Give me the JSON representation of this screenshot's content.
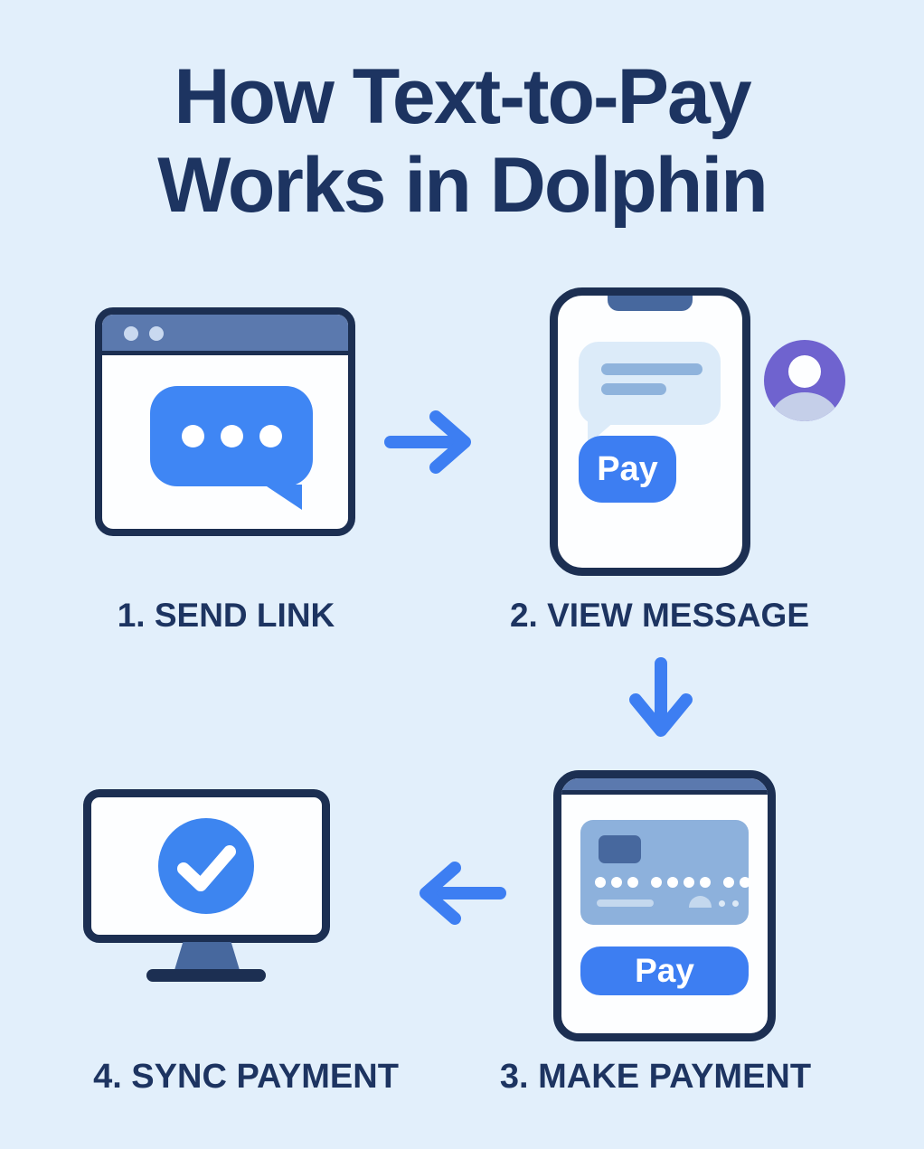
{
  "title": {
    "line1": "How Text-to-Pay",
    "line2": "Works in Dolphin"
  },
  "steps": {
    "step1": {
      "label": "1. SEND LINK",
      "icon": "browser-chat-icon"
    },
    "step2": {
      "label": "2. VIEW MESSAGE",
      "icon": "phone-message-icon",
      "button_label": "Pay"
    },
    "step3": {
      "label": "3. MAKE PAYMENT",
      "icon": "phone-card-icon",
      "button_label": "Pay"
    },
    "step4": {
      "label": "4. SYNC PAYMENT",
      "icon": "monitor-check-icon"
    }
  },
  "colors": {
    "background": "#e2effb",
    "navy_text": "#1d3461",
    "device_border": "#1c2f52",
    "window_bar_blue": "#5b79ae",
    "accent_blue": "#3d7ef2",
    "bubble_blue": "#3f86f4",
    "light_bubble": "#dcebf9",
    "message_line_blue": "#8fb3dc",
    "card_blue": "#8db1dc",
    "chip_blue": "#47689e",
    "avatar_purple": "#6f63cf",
    "avatar_shoulders": "#c5cfe9",
    "arrow_blue": "#3d7ef2"
  }
}
